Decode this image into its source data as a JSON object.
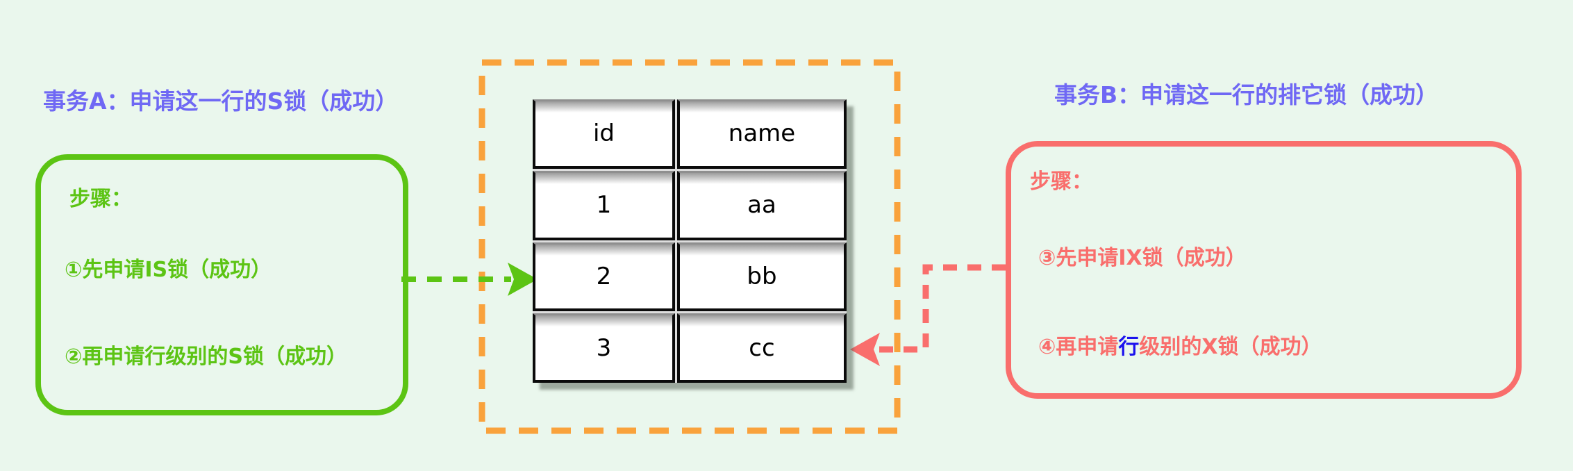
{
  "colors": {
    "bg": "#eaf7ed",
    "purple": "#6f68f4",
    "green": "#5cc414",
    "red": "#f96e6c",
    "orange": "#f9a23c",
    "blue": "#1b12ee",
    "table_border": "#0b0b0b"
  },
  "transaction_a": {
    "title": "事务A：申请这一行的S锁（成功）",
    "steps_label": "步骤：",
    "step1": "①先申请IS锁（成功）",
    "step2": "②再申请行级别的S锁（成功）"
  },
  "transaction_b": {
    "title": "事务B：申请这一行的排它锁（成功）",
    "steps_label": "步骤：",
    "step3": "③先申请IX锁（成功）",
    "step4_prefix": "④再申请",
    "step4_highlight": "行",
    "step4_suffix": "级别的X锁（成功）"
  },
  "table": {
    "columns": [
      "id",
      "name"
    ],
    "rows": [
      [
        "1",
        "aa"
      ],
      [
        "2",
        "bb"
      ],
      [
        "3",
        "cc"
      ]
    ]
  }
}
